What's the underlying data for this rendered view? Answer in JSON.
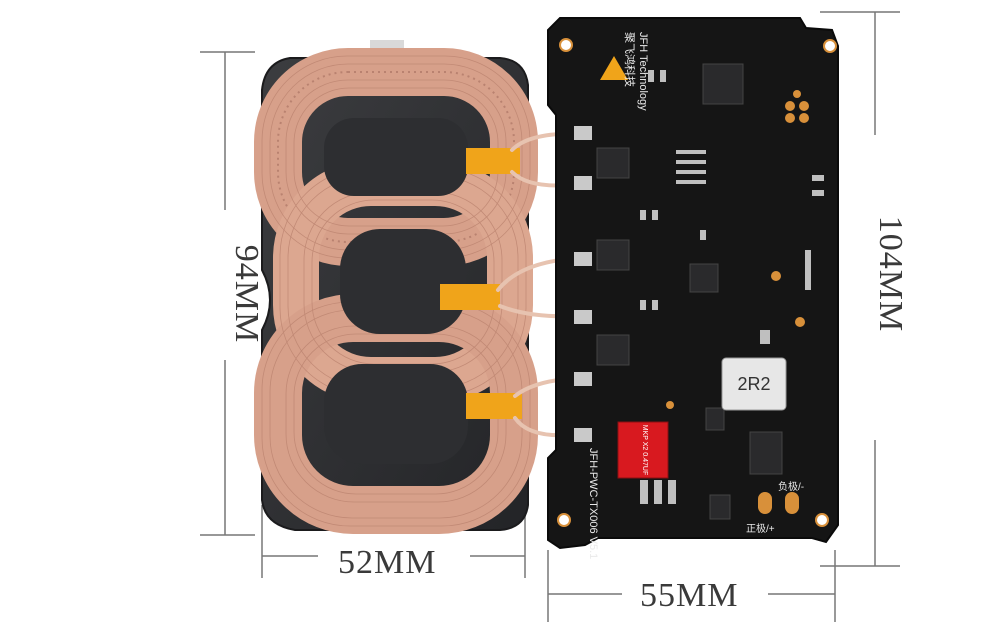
{
  "dimensions": {
    "coil_height": "94MM",
    "board_height": "104MM",
    "coil_width": "52MM",
    "board_width": "55MM"
  },
  "pcb": {
    "brand": "JFH Technology",
    "brand_cn": "聚飞鸿科技",
    "model": "JFH-PWC-TX006 V5.1",
    "inductor": "2R2",
    "neg_pad": "负极/-",
    "pos_pad": "正极/+",
    "capacitor": "MKP X2 0.47UF"
  },
  "colors": {
    "pcb": "#151515",
    "copper_wire": "#d9a48c",
    "ferrite": "#2f3033",
    "tape": "#f0a41a",
    "gold_pad": "#d8903a",
    "cap_red": "#d8191f"
  }
}
